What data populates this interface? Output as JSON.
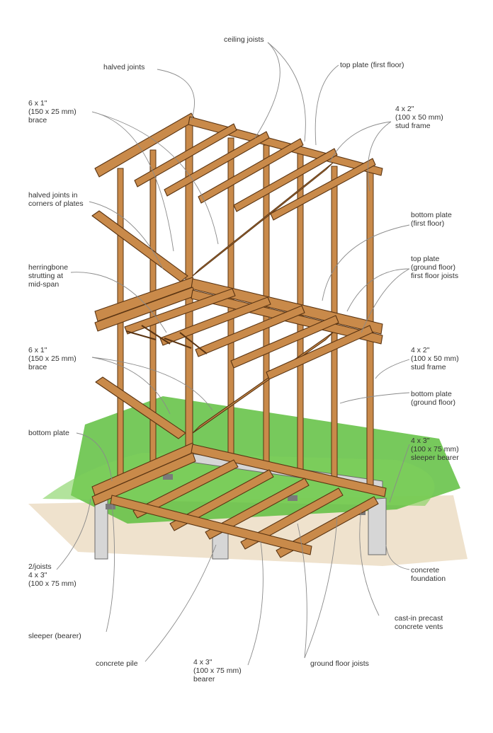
{
  "colors": {
    "timber": "#c98a4a",
    "timber_edge": "#5a3412",
    "grass": "#5fbf3f",
    "concrete": "#d6d6d6",
    "soil": "#e9d7bd"
  },
  "labels": {
    "ceiling_joists": "ceiling joists",
    "halved_joints": "halved joints",
    "top_plate_first": "top plate (first floor)",
    "brace_top": "6 x 1\"\n(150 x 25 mm)\nbrace",
    "stud_frame_top": "4 x 2\"\n(100 x 50 mm)\nstud frame",
    "halved_corners": "halved joints in\ncorners of plates",
    "bottom_plate_first": "bottom plate\n(first floor)",
    "herringbone": "herringbone\nstrutting at\nmid-span",
    "top_plate_ground": "top plate\n(ground floor)\nfirst floor joists",
    "brace_bottom": "6 x 1\"\n(150 x 25 mm)\nbrace",
    "stud_frame_bottom": "4 x 2\"\n(100 x 50 mm)\nstud frame",
    "bottom_plate_ground": "bottom plate\n(ground floor)",
    "bottom_plate": "bottom plate",
    "sleeper_bearer_size": "4 x 3\"\n(100 x 75 mm)\nsleeper bearer",
    "joists_size": "2/joists\n4 x 3\"\n(100 x 75 mm)",
    "concrete_foundation": "concrete\nfoundation",
    "sleeper": "sleeper (bearer)",
    "vents": "cast-in precast\nconcrete vents",
    "concrete_pile": "concrete pile",
    "bearer": "4 x 3\"\n(100 x 75 mm)\nbearer",
    "ground_floor_joists": "ground floor joists"
  }
}
